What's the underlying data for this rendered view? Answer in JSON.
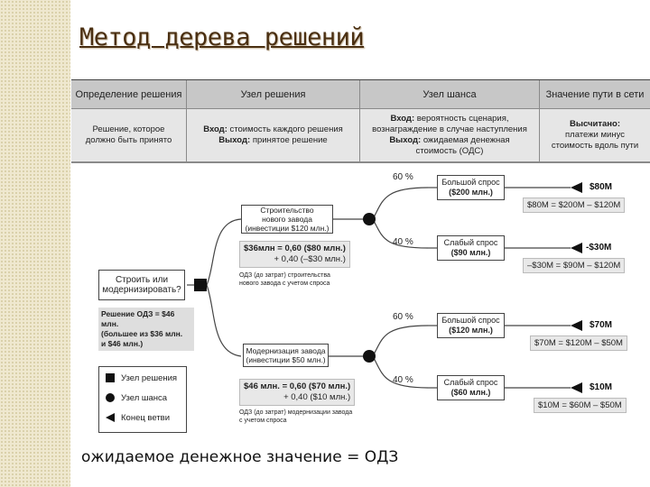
{
  "slide": {
    "title": "Метод дерева решений",
    "caption": "ожидаемое денежное значение = ОДЗ"
  },
  "table": {
    "headers": [
      "Определение решения",
      "Узел решения",
      "Узел шанса",
      "Значение пути в сети"
    ],
    "col1": [
      "Решение, которое",
      "должно быть принято"
    ],
    "col2": [
      {
        "b": "Вход:",
        "t": " стоимость каждого решения"
      },
      {
        "b": "Выход:",
        "t": " принятое решение"
      }
    ],
    "col3": [
      {
        "b": "Вход:",
        "t": " вероятность сценария,"
      },
      {
        "b": "",
        "t": "вознаграждение в случае наступления"
      },
      {
        "b": "Выход:",
        "t": " ожидаемая денежная"
      },
      {
        "b": "",
        "t": "стоимость (ОДС)"
      }
    ],
    "col4": [
      {
        "b": "Высчитано:",
        "t": ""
      },
      {
        "b": "",
        "t": "платежи минус"
      },
      {
        "b": "",
        "t": "стоимость вдоль пути"
      }
    ]
  },
  "tree": {
    "root": [
      "Строить или",
      "модернизировать?"
    ],
    "root_note": [
      "Решение ОДЗ = $46 млн.",
      "(большее из $36 млн.",
      "и $46 млн.)"
    ],
    "build": {
      "label": [
        "Строительство",
        "нового завода",
        "(инвестиции $120 млн.)"
      ],
      "calc": [
        "$36млн = 0,60 ($80 млн.)",
        "+ 0,40 (–$30 млн.)"
      ],
      "note": [
        "ОДЗ (до затрат) строительства",
        "нового завода с учетом спроса"
      ]
    },
    "upgrade": {
      "label": [
        "Модернизация завода",
        "(инвестиции $50 млн.)"
      ],
      "calc": [
        "$46 млн. = 0,60 ($70 млн.)",
        "+ 0,40 ($10 млн.)"
      ],
      "note": [
        "ОДЗ (до затрат) модернизации завода",
        "с учетом спроса"
      ]
    },
    "branches": [
      {
        "pct": "60 %",
        "label": [
          "Большой спрос",
          "($200 млн.)"
        ],
        "value": "$80M",
        "path": "$80M = $200M – $120M"
      },
      {
        "pct": "40 %",
        "label": [
          "Слабый спрос",
          "($90 млн.)"
        ],
        "value": "-$30M",
        "path": "–$30M = $90M – $120M"
      },
      {
        "pct": "60 %",
        "label": [
          "Большой спрос",
          "($120 млн.)"
        ],
        "value": "$70M",
        "path": "$70M = $120M – $50M"
      },
      {
        "pct": "40 %",
        "label": [
          "Слабый спрос",
          "($60 млн.)"
        ],
        "value": "$10M",
        "path": "$10M = $60M – $50M"
      }
    ],
    "legend": [
      "Узел решения",
      "Узел шанса",
      "Конец ветви"
    ]
  }
}
